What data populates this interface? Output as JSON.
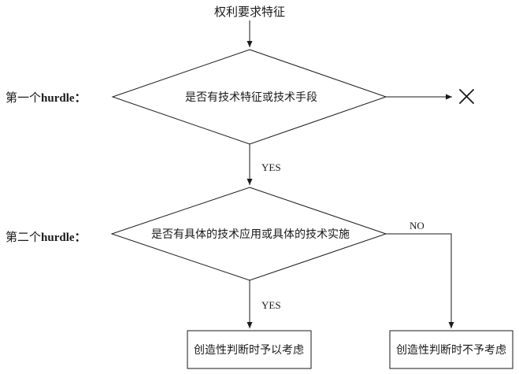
{
  "diagram": {
    "start": {
      "label": "权利要求特征"
    },
    "hurdle1": {
      "label_prefix": "第一个",
      "label_word": "hurdle：",
      "decision": "是否有技术特征或技术手段",
      "yes_label": "YES",
      "fail_icon": "x-mark"
    },
    "hurdle2": {
      "label_prefix": "第二个",
      "label_word": "hurdle：",
      "decision": "是否有具体的技术应用或具体的技术实施",
      "yes_label": "YES",
      "no_label": "NO"
    },
    "results": {
      "considered": "创造性判断时予以考虑",
      "not_considered": "创造性判断时不予考虑"
    }
  },
  "colors": {
    "line": "#1a1a1a",
    "background": "#ffffff",
    "text": "#1a1a1a"
  }
}
